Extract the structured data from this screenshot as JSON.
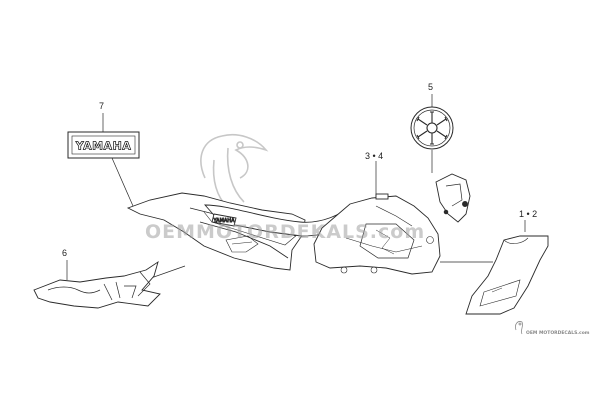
{
  "callouts": {
    "c7": "7",
    "c5": "5",
    "c34": "3 • 4",
    "c12": "1 • 2",
    "c6": "6"
  },
  "decals": {
    "yamaha_text": "YAMAHA",
    "tail_text": "YAMAHA"
  },
  "watermark": {
    "main": "OEMMOTORDEKALS.com",
    "small": "OEM MOTORDECALS.com"
  },
  "colors": {
    "line": "#2a2a2a",
    "watermark": "#a0a0a0"
  }
}
